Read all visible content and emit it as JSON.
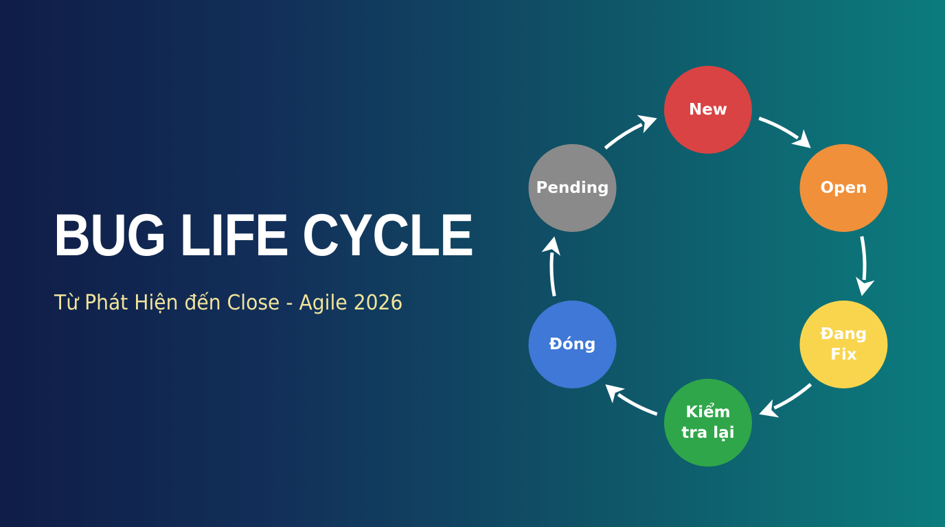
{
  "title": "BUG LIFE CYCLE",
  "subtitle": "Từ Phát Hiện đến Close - Agile 2026",
  "colors": {
    "background_left": "#0f1d47",
    "background_right": "#0c7c7e",
    "title": "#ffffff",
    "subtitle": "#f1e49b",
    "arrows": "#ffffff"
  },
  "cycle": {
    "nodes": [
      {
        "id": "new",
        "lines": [
          "New"
        ],
        "color": "#d94343",
        "text_color": "#ffffff"
      },
      {
        "id": "open",
        "lines": [
          "Open"
        ],
        "color": "#f0903a",
        "text_color": "#ffffff"
      },
      {
        "id": "dang-fix",
        "lines": [
          "Đang",
          "Fix"
        ],
        "color": "#f9d54e",
        "text_color": "#22303a"
      },
      {
        "id": "kiem-tra-lai",
        "lines": [
          "Kiểm",
          "tra lại"
        ],
        "color": "#2fa64a",
        "text_color": "#ffffff"
      },
      {
        "id": "dong",
        "lines": [
          "Đóng"
        ],
        "color": "#3f78d6",
        "text_color": "#ffffff"
      },
      {
        "id": "pending",
        "lines": [
          "Pending"
        ],
        "color": "#8a8a8a",
        "text_color": "#ffffff"
      }
    ],
    "edges": [
      {
        "from": "new",
        "to": "open"
      },
      {
        "from": "open",
        "to": "dang-fix"
      },
      {
        "from": "dang-fix",
        "to": "kiem-tra-lai"
      },
      {
        "from": "kiem-tra-lai",
        "to": "dong"
      },
      {
        "from": "dong",
        "to": "pending"
      },
      {
        "from": "pending",
        "to": "new"
      }
    ]
  }
}
